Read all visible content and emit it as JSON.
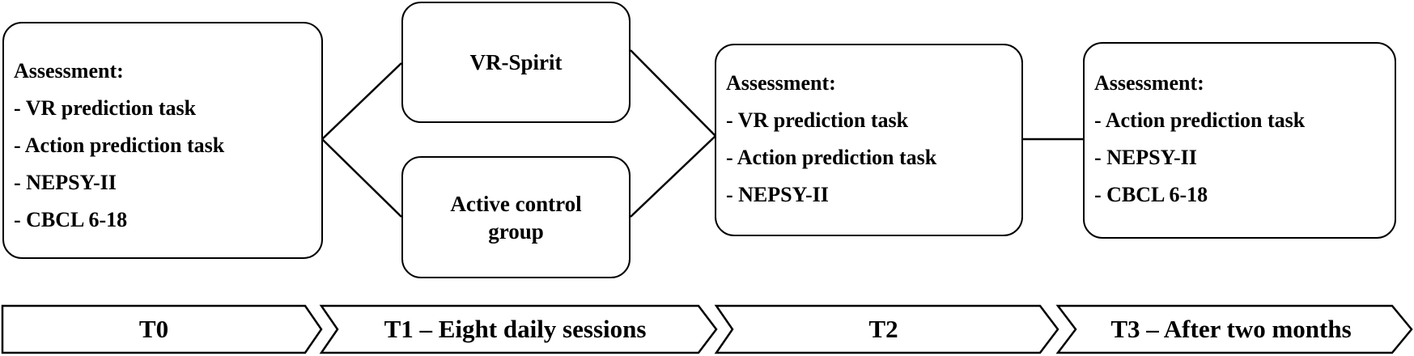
{
  "boxes": {
    "t0_assessment": {
      "heading": "Assessment:",
      "items": [
        "- VR prediction task",
        "- Action prediction task",
        "- NEPSY-II",
        "- CBCL 6-18"
      ]
    },
    "vr_spirit": {
      "label": "VR-Spirit"
    },
    "active_control": {
      "line1": "Active control",
      "line2": "group"
    },
    "t2_assessment": {
      "heading": "Assessment:",
      "items": [
        "- VR prediction task",
        "- Action prediction task",
        "- NEPSY-II"
      ]
    },
    "t3_assessment": {
      "heading": "Assessment:",
      "items": [
        "- Action prediction task",
        "- NEPSY-II",
        "- CBCL 6-18"
      ]
    }
  },
  "timeline": [
    {
      "label": "T0"
    },
    {
      "label": "T1 – Eight daily sessions"
    },
    {
      "label": "T2"
    },
    {
      "label": "T3 – After two months"
    }
  ],
  "colors": {
    "stroke": "#000000",
    "fill": "#ffffff",
    "text": "#000000"
  }
}
